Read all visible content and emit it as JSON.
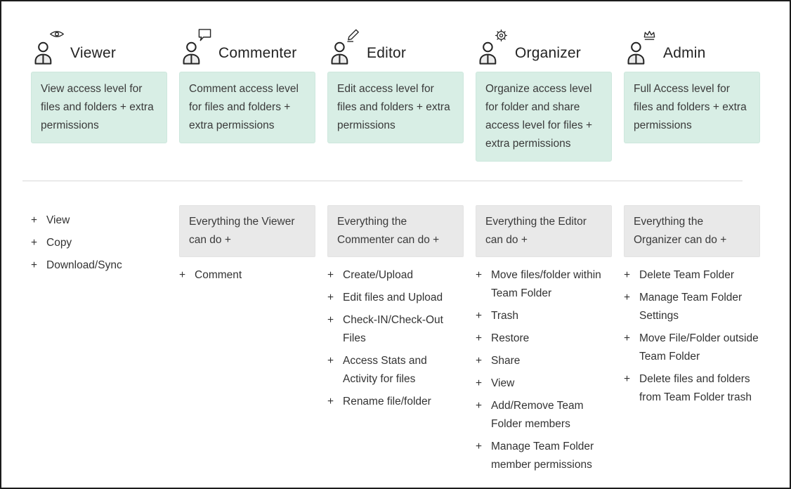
{
  "plus_prefix": "+",
  "colors": {
    "description_box_bg": "#d8eee5",
    "description_box_border": "#cde7dd",
    "inherit_box_bg": "#e9e9e9",
    "divider": "#d8d8d8",
    "frame_border": "#1c1c1c",
    "heading_text": "#232323",
    "body_text": "#3a3a3a"
  },
  "columns": [
    {
      "title": "Viewer",
      "badge_icon": "eye-icon",
      "description": "View access level for files and folders + extra permissions",
      "inherit": null,
      "permissions": [
        "View",
        "Copy",
        "Download/Sync"
      ]
    },
    {
      "title": "Commenter",
      "badge_icon": "comment-icon",
      "description": "Comment access level for files and folders + extra permissions",
      "inherit": "Everything the Viewer can do +",
      "permissions": [
        "Comment"
      ]
    },
    {
      "title": "Editor",
      "badge_icon": "pencil-icon",
      "description": "Edit access level for files and folders + extra permissions",
      "inherit": "Everything the Commenter can do +",
      "permissions": [
        "Create/Upload",
        "Edit files and Upload",
        "Check-IN/Check-Out Files",
        "Access Stats and Activity for files",
        "Rename file/folder"
      ]
    },
    {
      "title": "Organizer",
      "badge_icon": "gear-icon",
      "description": "Organize access level for folder and share access level for files + extra permissions",
      "inherit": "Everything the Editor can do +",
      "permissions": [
        "Move files/folder within Team Folder",
        "Trash",
        "Restore",
        "Share",
        "View",
        "Add/Remove Team Folder members",
        "Manage Team Folder member permissions"
      ]
    },
    {
      "title": "Admin",
      "badge_icon": "crown-icon",
      "description": "Full Access level for files and folders + extra permissions",
      "inherit": "Everything the Organizer can do +",
      "permissions": [
        "Delete Team Folder",
        "Manage Team Folder Settings",
        "Move File/Folder outside Team Folder",
        "Delete files and folders from Team Folder trash"
      ]
    }
  ]
}
